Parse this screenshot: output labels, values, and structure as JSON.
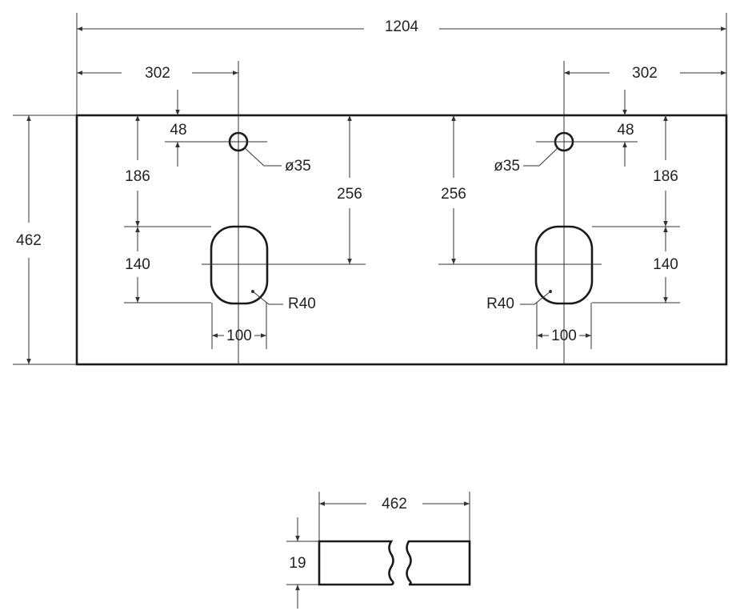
{
  "drawing": {
    "overall_width": "1204",
    "left_offset": "302",
    "right_offset": "302",
    "depth": "462",
    "left_tap_edge": "48",
    "right_tap_edge": "48",
    "left_tap_hole": "ø35",
    "right_tap_hole": "ø35",
    "left_to_basin": "186",
    "right_to_basin": "186",
    "left_centre_depth": "256",
    "right_centre_depth": "256",
    "left_basin_length": "140",
    "right_basin_length": "140",
    "left_radius": "R40",
    "right_radius": "R40",
    "left_basin_width": "100",
    "right_basin_width": "100"
  },
  "section": {
    "depth": "462",
    "thickness": "19"
  },
  "colors": {
    "line": "#1a1a1a",
    "dim": "#333333",
    "background": "#ffffff"
  }
}
